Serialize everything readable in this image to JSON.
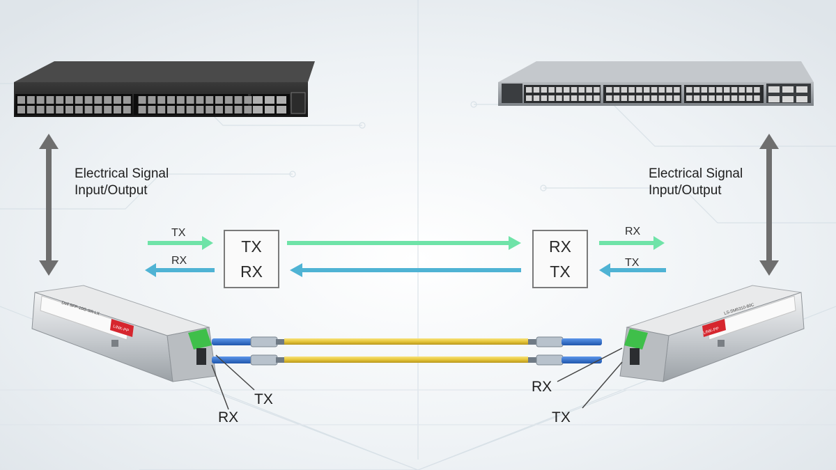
{
  "left": {
    "electrical_label_line1": "Electrical Signal",
    "electrical_label_line2": "Input/Output",
    "arrow_tx_label": "TX",
    "arrow_rx_label": "RX",
    "box_top": "TX",
    "box_bottom": "RX",
    "port_rx_label": "RX",
    "port_tx_label": "TX",
    "module_brand": "LINK-PP",
    "module_part": "Dell SFP-10G-SR-LX"
  },
  "right": {
    "electrical_label_line1": "Electrical Signal",
    "electrical_label_line2": "Input/Output",
    "arrow_rx_label": "RX",
    "arrow_tx_label": "TX",
    "box_top": "RX",
    "box_bottom": "TX",
    "port_rx_label": "RX",
    "port_tx_label": "TX",
    "module_brand": "LINK-PP",
    "module_part": "LS-SM5310-80C"
  },
  "colors": {
    "tx_arrow": "#6fe3a8",
    "rx_arrow": "#4fb3d4",
    "bidirectional_arrow": "#6e6e6e",
    "fiber_yellow": "#e6c63a",
    "fiber_blue": "#2a6fd0",
    "connector_green": "#3fbf4a",
    "background": "#e9eef2"
  }
}
